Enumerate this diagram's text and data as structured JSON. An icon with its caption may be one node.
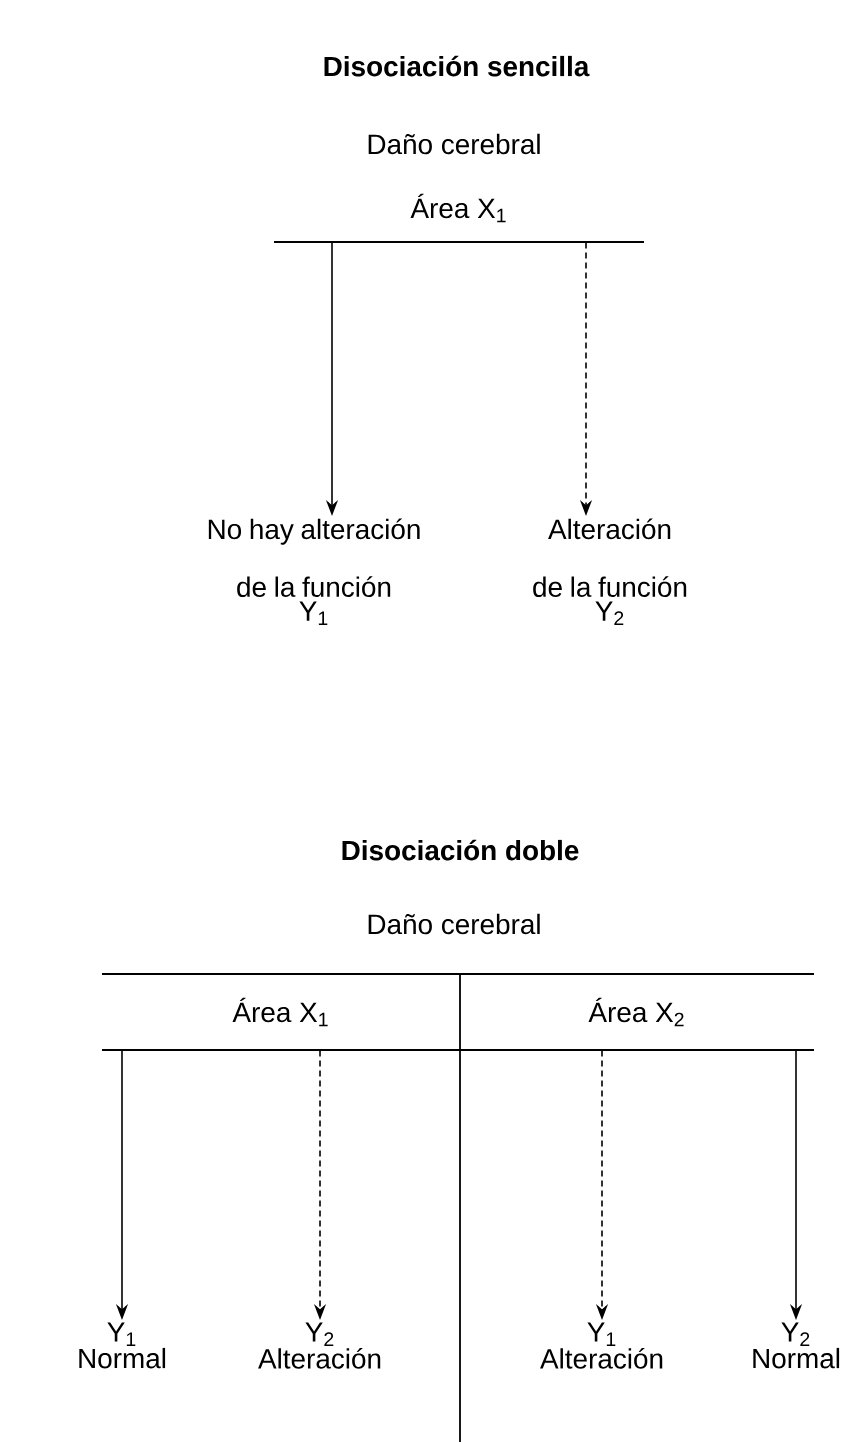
{
  "diagram": {
    "nodes": [
      {
        "text": [
          "Área X$_{1}$"
        ]
      },
      {
        "text": [
          "No hay alteración de la función",
          "Y$_{1}$"
        ]
      },
      {
        "text": [
          "Alteración de la función",
          "Y$_{2}$"
        ]
      },
      {
        "text": [
          "Área X$_{1}$"
        ]
      },
      {
        "text": [
          "Área X$_{2}$"
        ]
      },
      {
        "text": [
          "Y$_{1}$",
          "Normal"
        ]
      },
      {
        "text": [
          "Y$_{2}$",
          "Alteración"
        ]
      },
      {
        "text": [
          "Y$_{1}$",
          "Alteración"
        ]
      },
      {
        "text": [
          "Y$_{2}$",
          "Normal"
        ]
      }
    ],
    "edges": [
      {
        "from": 0,
        "to": 1,
        "arrow": "to"
      },
      {
        "from": 0,
        "to": 2,
        "arrow": "to",
        "style": "dashed"
      },
      {
        "from": 3,
        "to": 5,
        "arrow": "to"
      },
      {
        "from": 3,
        "to": 6,
        "arrow": "to",
        "style": "dashed"
      },
      {
        "from": 4,
        "to": 7,
        "arrow": "to",
        "style": "dashed"
      },
      {
        "from": 4,
        "to": 8,
        "arrow": "to"
      }
    ],
    "labels": [
      "Disociación sencilla",
      "Daño cerebral",
      "Disociación doble",
      "Daño cerebral"
    ]
  }
}
